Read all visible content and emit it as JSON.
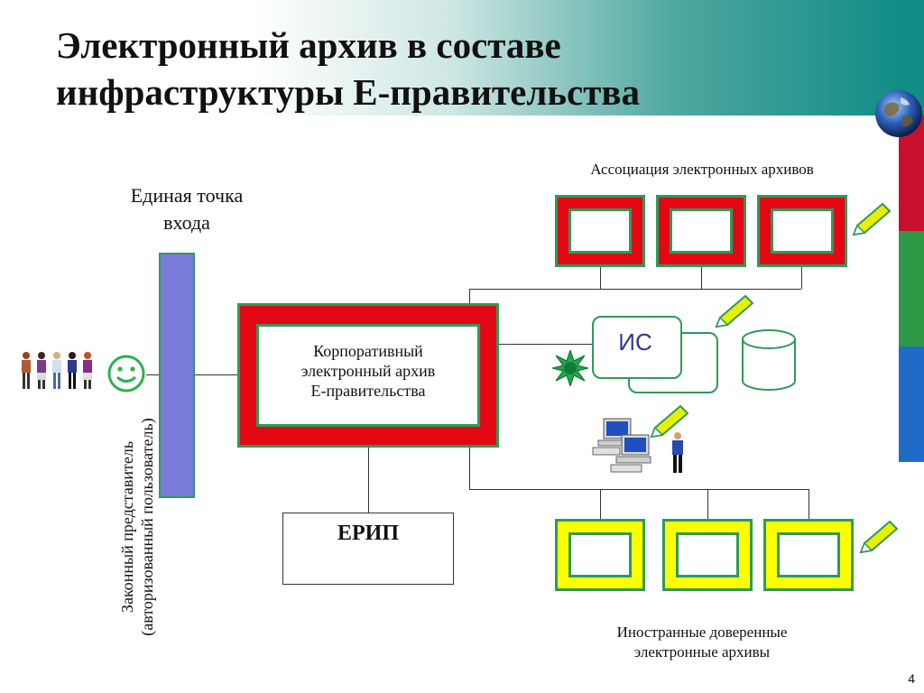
{
  "slide": {
    "title_line1": "Электронный архив в составе",
    "title_line2": "инфраструктуры Е-правительства",
    "page_number": "4"
  },
  "diagram": {
    "entry_point_label_line1": "Единая точка",
    "entry_point_label_line2": "входа",
    "user_label_line1": "Законный представитель",
    "user_label_line2": "(авторизованный пользователь)",
    "center_label_line1": "Корпоративный",
    "center_label_line2": "электронный архив",
    "center_label_line3": "Е-правительства",
    "erip_label": "ЕРИП",
    "association_label": "Ассоциация электронных архивов",
    "is_label": "ИС",
    "foreign_label_line1": "Иностранные доверенные",
    "foreign_label_line2": "электронные архивы"
  },
  "colors": {
    "header_teal": "#128d86",
    "stripe_red": "#c8102e",
    "stripe_green": "#2e9a46",
    "stripe_blue": "#1e6cc8",
    "entry_bar": "#7b7bdc",
    "archive_red": "#e30613",
    "archive_yellow": "#ffff00",
    "outline_green": "#2e9a5a",
    "is_text": "#333399"
  }
}
